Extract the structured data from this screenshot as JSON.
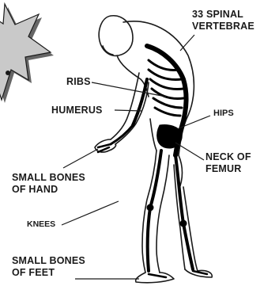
{
  "labels": {
    "spinal_line1": "33 SPINAL",
    "spinal_line2": "VERTEBRAE",
    "ribs": "RIBS",
    "humerus": "HUMERUS",
    "hips": "HIPS",
    "femur_line1": "NECK OF",
    "femur_line2": "FEMUR",
    "hand_line1": "SMALL BONES",
    "hand_line2": "OF HAND",
    "knees": "KNEES",
    "feet_line1": "SMALL BONES",
    "feet_line2": "OF FEET"
  },
  "colors": {
    "ink": "#1a1a1a",
    "bone_highlight": "#000000",
    "burst_fill": "#c9c9c9",
    "burst_shadow": "#666666",
    "background": "#ffffff"
  },
  "icons": {
    "burst": "starburst-callout-icon"
  }
}
